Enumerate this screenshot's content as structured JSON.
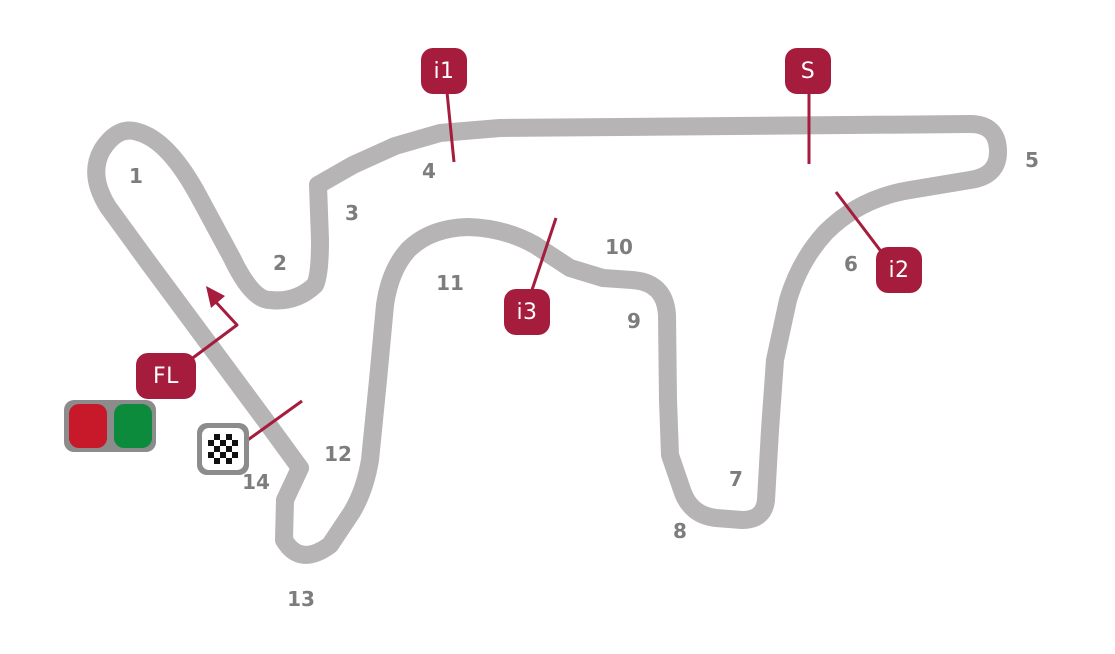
{
  "turns": [
    "1",
    "2",
    "3",
    "4",
    "5",
    "6",
    "7",
    "8",
    "9",
    "10",
    "11",
    "12",
    "13",
    "14"
  ],
  "markers": {
    "i1": "i1",
    "s": "S",
    "i2": "i2",
    "i3": "i3",
    "fl": "FL"
  },
  "icons": {
    "start_lights": "start-lights-icon",
    "finish_flag": "checkered-flag-icon"
  },
  "colors": {
    "track": "#b6b4b5",
    "marker": "#a51c3d",
    "turn_label": "#7d7d7d",
    "light_red": "#c8192a",
    "light_green": "#0c8b3c",
    "light_housing": "#8c8c8c"
  }
}
